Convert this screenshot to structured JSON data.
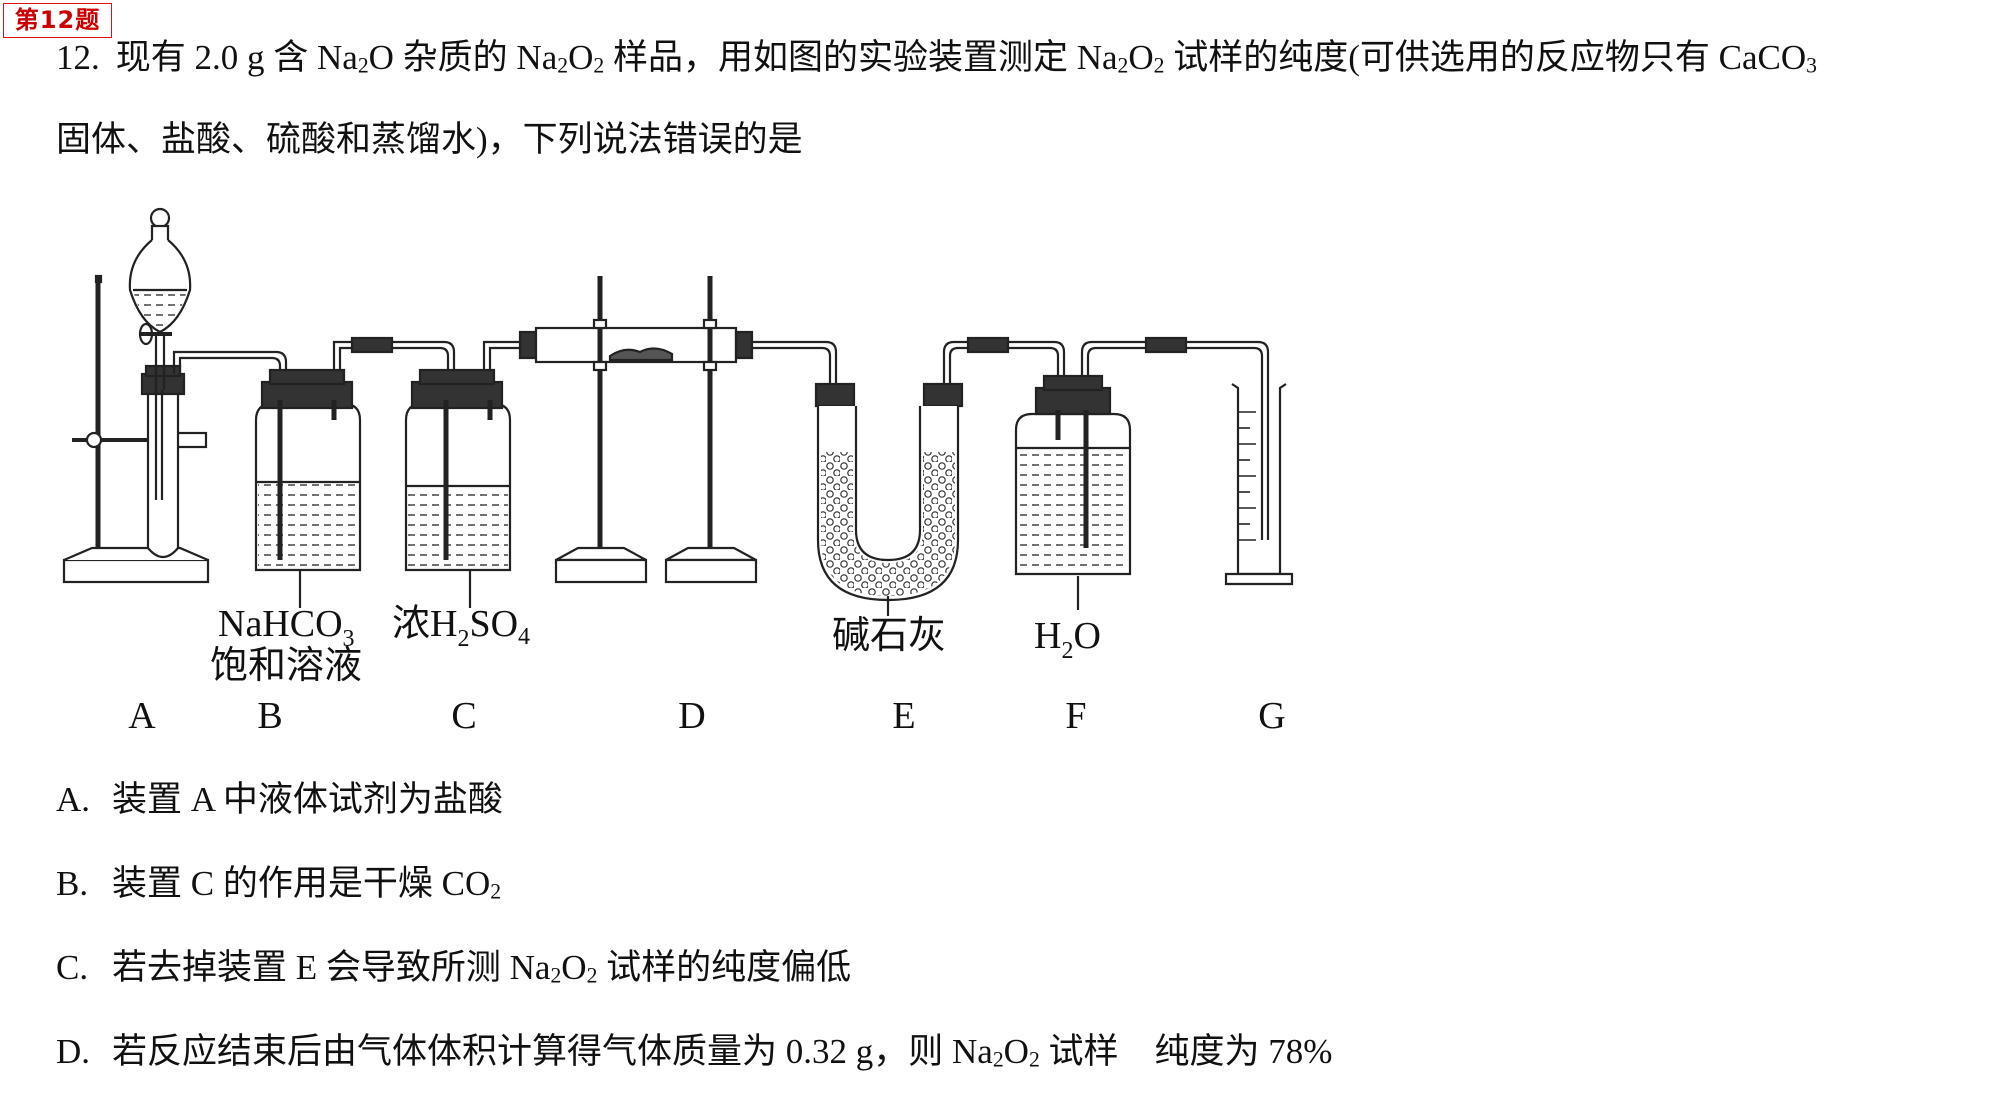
{
  "tag": "第12题",
  "question": {
    "number": "12.",
    "line1": {
      "a": "现有 2.0 g 含 Na",
      "b": "2",
      "c": "O 杂质的 Na",
      "d": "2",
      "e": "O",
      "f": "2",
      "g": " 样品，用如图的实验装置测定 Na",
      "h": "2",
      "i": "O",
      "j": "2",
      "k": " 试样的纯度(可供选用的反应物只有 CaCO",
      "l": "3"
    },
    "line2": "固体、盐酸、硫酸和蒸馏水)，下列说法错误的是"
  },
  "figure": {
    "labels": {
      "b_reagent_1": "NaHCO",
      "b_reagent_1_sub": "3",
      "b_reagent_2": "饱和溶液",
      "c_reagent_a": "浓H",
      "c_reagent_sub1": "2",
      "c_reagent_b": "SO",
      "c_reagent_sub2": "4",
      "e_reagent": "碱石灰",
      "f_reagent_a": "H",
      "f_reagent_sub": "2",
      "f_reagent_b": "O"
    },
    "devices": [
      "A",
      "B",
      "C",
      "D",
      "E",
      "F",
      "G"
    ]
  },
  "options": [
    {
      "label": "A.",
      "text": "装置 A 中液体试剂为盐酸"
    },
    {
      "label": "B.",
      "text": "装置 C 的作用是干燥 CO",
      "sub": "2"
    },
    {
      "label": "C.",
      "text_a": "若去掉装置 E 会导致所测 Na",
      "sub1": "2",
      "text_b": "O",
      "sub2": "2",
      "text_c": " 试样的纯度偏低"
    },
    {
      "label": "D.",
      "text_a": "若反应结束后由气体体积计算得气体质量为 0.32 g，则 Na",
      "sub1": "2",
      "text_b": "O",
      "sub2": "2",
      "text_c": " 试样",
      "text_d": "纯度为 78%"
    }
  ]
}
